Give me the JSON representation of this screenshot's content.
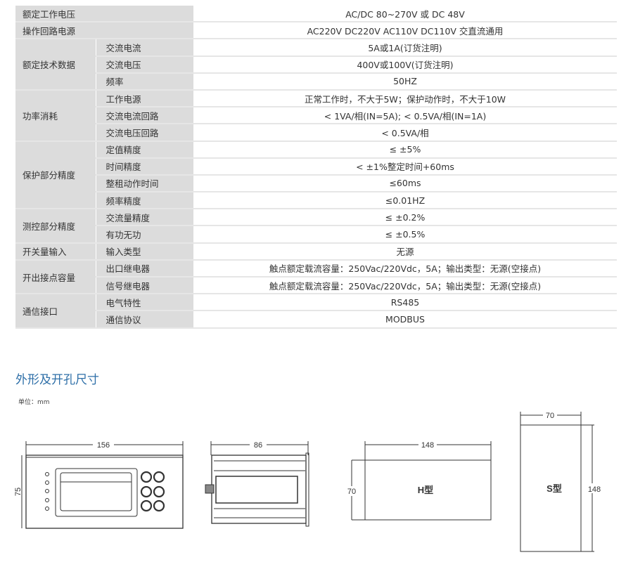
{
  "rows": [
    {
      "group": "额定工作电压",
      "item": "",
      "value": "AC/DC 80~270V 或 DC 48V"
    },
    {
      "group": "操作回路电源",
      "item": "",
      "value": "AC220V DC220V AC110V DC110V 交直流通用"
    },
    {
      "group": "额定技术数据",
      "item": "交流电流",
      "value": "5A或1A(订货注明)"
    },
    {
      "group": "",
      "item": "交流电压",
      "value": "400V或100V(订货注明)"
    },
    {
      "group": "",
      "item": "频率",
      "value": "50HZ"
    },
    {
      "group": "功率消耗",
      "item": "工作电源",
      "value": "正常工作时，不大于5W；保护动作时，不大于10W"
    },
    {
      "group": "",
      "item": "交流电流回路",
      "value": "< 1VA/相(IN=5A); < 0.5VA/相(IN=1A)"
    },
    {
      "group": "",
      "item": "交流电压回路",
      "value": "< 0.5VA/相"
    },
    {
      "group": "保护部分精度",
      "item": "定值精度",
      "value": "≤ ±5%"
    },
    {
      "group": "",
      "item": "时间精度",
      "value": "< ±1%整定时间+60ms"
    },
    {
      "group": "",
      "item": "整租动作时间",
      "value": "≤60ms"
    },
    {
      "group": "",
      "item": "频率精度",
      "value": "≤0.01HZ"
    },
    {
      "group": "测控部分精度",
      "item": "交流量精度",
      "value": "≤ ±0.2%"
    },
    {
      "group": "",
      "item": "有功无功",
      "value": "≤ ±0.5%"
    },
    {
      "group": "开关量输入",
      "item": "输入类型",
      "value": "无源"
    },
    {
      "group": "开出接点容量",
      "item": "出口继电器",
      "value": "触点额定载流容量：250Vac/220Vdc，5A；输出类型：无源(空接点)"
    },
    {
      "group": "",
      "item": "信号继电器",
      "value": "触点额定载流容量：250Vac/220Vdc，5A；输出类型：无源(空接点)"
    },
    {
      "group": "通信接口",
      "item": "电气特性",
      "value": "RS485"
    },
    {
      "group": "",
      "item": "通信协议",
      "value": "MODBUS"
    }
  ],
  "section_title": "外形及开孔尺寸",
  "unit_label": "单位：mm",
  "dims": {
    "front_width": "156",
    "front_height": "75",
    "side_depth": "86",
    "h_width": "148",
    "h_height": "70",
    "h_label": "H型",
    "s_width": "70",
    "s_height": "148",
    "s_label": "S型"
  },
  "colors": {
    "title": "#2e6fa8",
    "header_bg": "#dcdcdc"
  }
}
